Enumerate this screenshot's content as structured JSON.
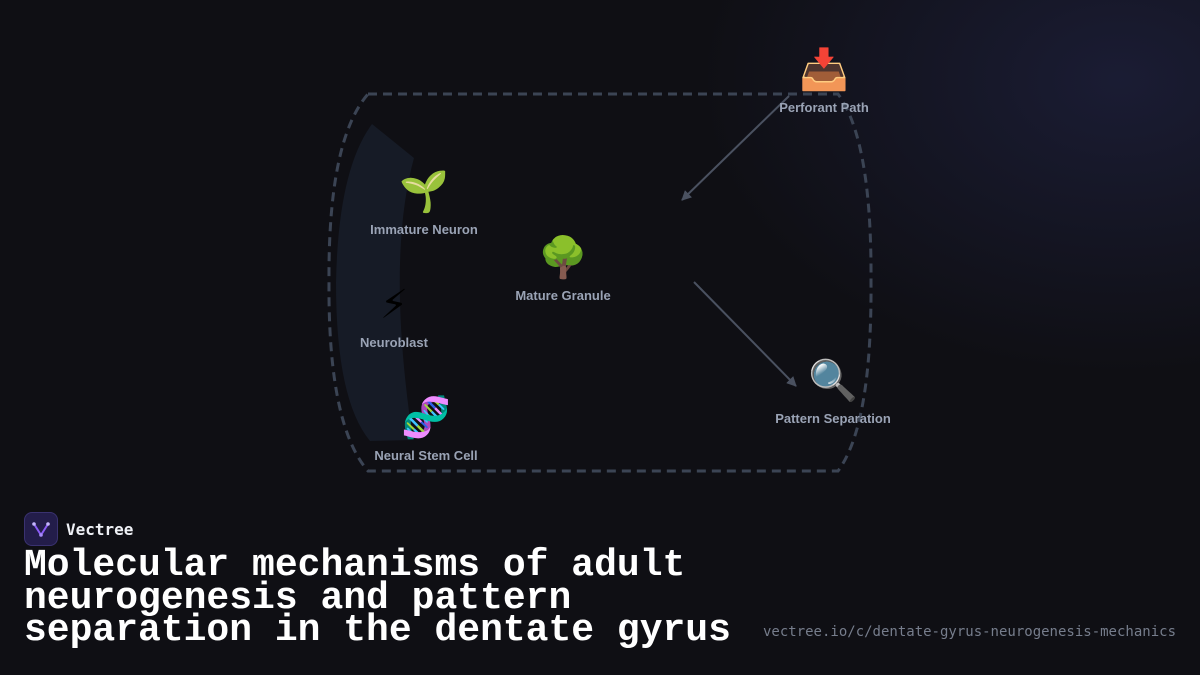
{
  "diagram": {
    "nodes": [
      {
        "id": "perforant",
        "icon": "📥",
        "icon_name": "inbox-tray-icon",
        "label": "Perforant Path"
      },
      {
        "id": "immature",
        "icon": "🌱",
        "icon_name": "seedling-icon",
        "label": "Immature Neuron"
      },
      {
        "id": "mature",
        "icon": "🌳",
        "icon_name": "tree-icon",
        "label": "Mature Granule"
      },
      {
        "id": "neuroblast",
        "icon": "⚡",
        "icon_name": "lightning-icon",
        "label": "Neuroblast"
      },
      {
        "id": "pattern",
        "icon": "🔍",
        "icon_name": "magnifier-icon",
        "label": "Pattern Separation"
      },
      {
        "id": "stemcell",
        "icon": "🧬",
        "icon_name": "dna-icon",
        "label": "Neural Stem Cell"
      }
    ],
    "edges": [
      {
        "from": "perforant",
        "to": "mature"
      },
      {
        "from": "mature",
        "to": "pattern"
      }
    ],
    "colors": {
      "background": "#0f0f14",
      "boundary": "#3b4454",
      "zone": "#161b26",
      "edge": "#4a5160",
      "label": "#9aa3b5"
    }
  },
  "footer": {
    "brand": "Vectree",
    "brand_icon": "vectree-logo-icon",
    "title": "Molecular mechanisms of adult neurogenesis and pattern separation in the dentate gyrus",
    "url": "vectree.io/c/dentate-gyrus-neurogenesis-mechanics"
  }
}
